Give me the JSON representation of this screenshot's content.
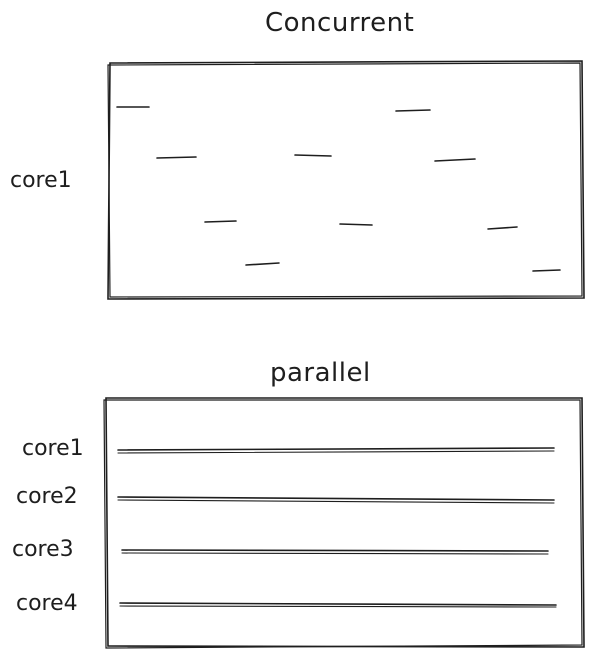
{
  "concurrent": {
    "title": "Concurrent",
    "core_label": "core1"
  },
  "parallel": {
    "title": "parallel",
    "core_labels": [
      "core1",
      "core2",
      "core3",
      "core4"
    ]
  },
  "colors": {
    "ink": "#1e1e1e",
    "background": "#ffffff"
  }
}
